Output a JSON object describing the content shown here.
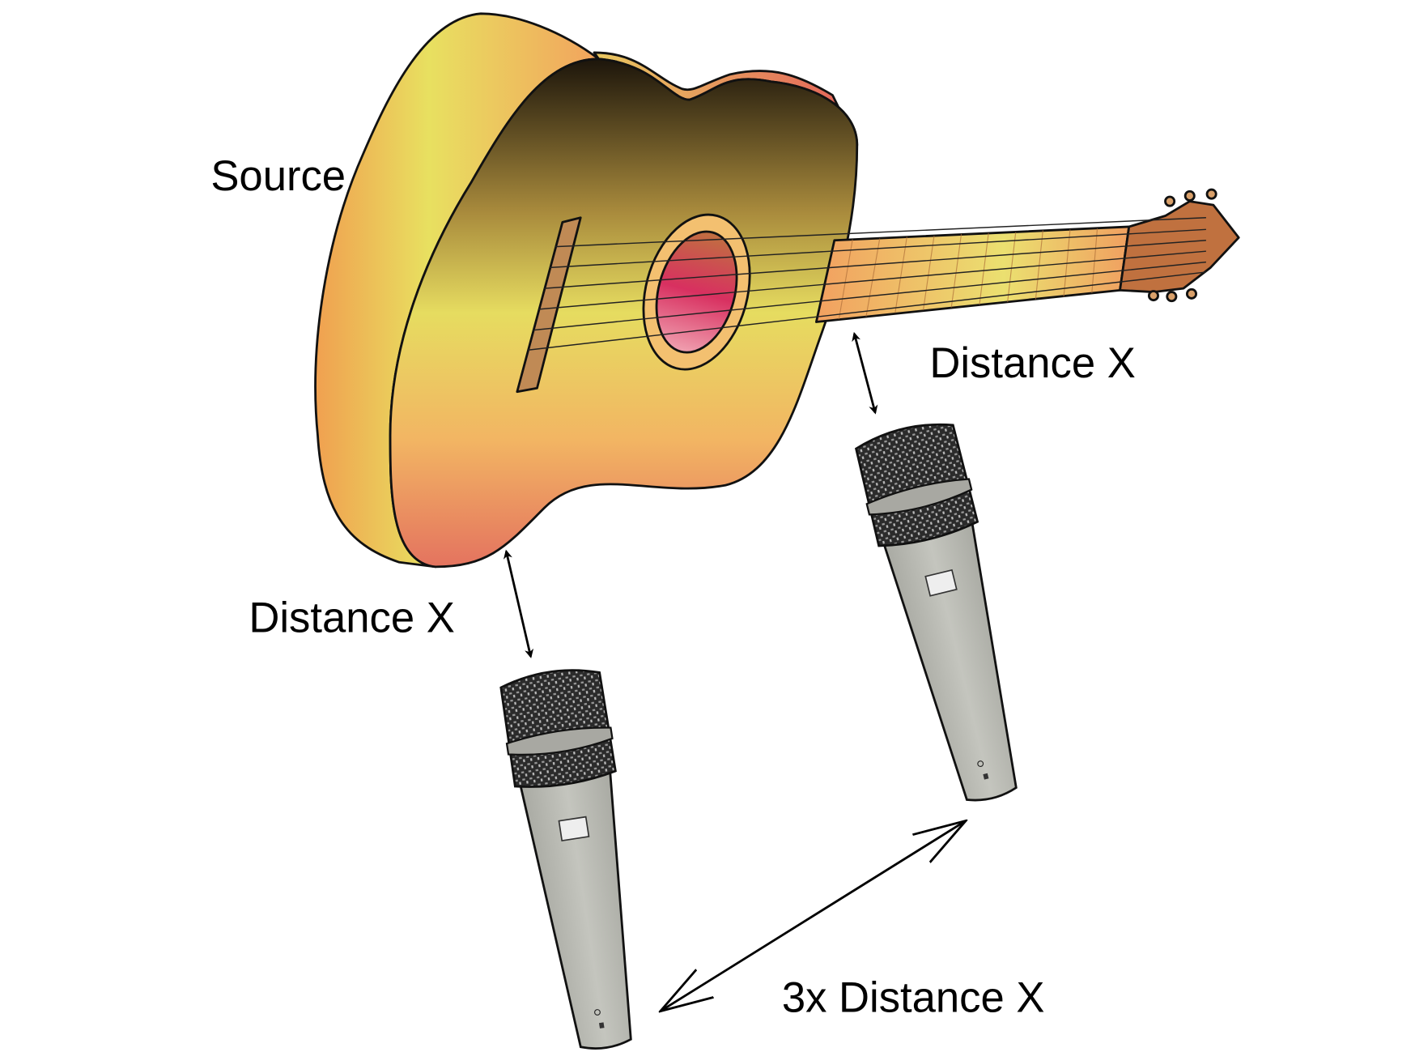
{
  "labels": {
    "source": "Source",
    "distance_top": "Distance X",
    "distance_left": "Distance X",
    "distance_between_mics": "3x Distance X"
  },
  "colors": {
    "guitar_dark": "#1c150b",
    "guitar_yellow": "#e9e25f",
    "guitar_orange": "#f0a562",
    "guitar_red": "#e4735f",
    "wood": "#c08a55",
    "mic_body": "#babbb4",
    "mic_grille": "#2a2a2a"
  },
  "icons": [
    "acoustic-guitar",
    "microphone",
    "microphone",
    "double-arrow"
  ]
}
